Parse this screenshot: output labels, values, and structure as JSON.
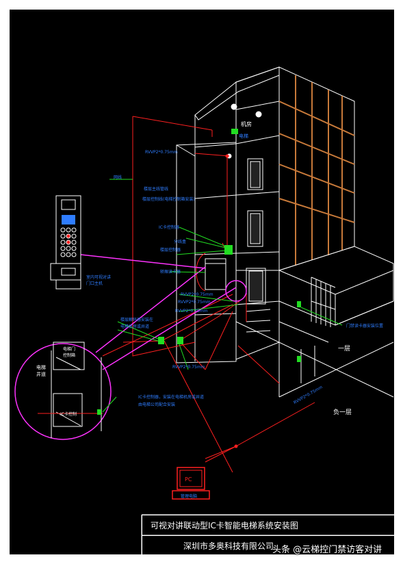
{
  "title_block": {
    "title": "可视对讲联动型IC卡智能电梯系统安装图",
    "company": "深圳市多奥科技有限公司"
  },
  "watermark": "头条 @云梯控门禁访客对讲",
  "floor_labels": {
    "floor_1": "一层",
    "basement_1": "负一层"
  },
  "shaft_labels": {
    "machine_room": "机房",
    "shaft_top_tag": "电梯",
    "inset_shaft": "电梯\n井道",
    "inset_controller_label": "电梯门\n控制箱",
    "inset_reader_label": "IC卡控制"
  },
  "devices": {
    "pc_label": "PC",
    "pc_caption": "管理电脑"
  },
  "annotations": {
    "cable_top": "RVVP2*0.75mm",
    "network_line": "网线",
    "riser_line_1": "楼层主线管线",
    "riser_line_2": "楼层控制线(电梯控制箱安装)",
    "controller_box": "IC卡控制器",
    "io_module_1": "分线盒",
    "io_module_2": "楼层控制器",
    "elevator_reader": "轿厢读卡器",
    "cable_mid_1": "RVVP2*0.75mm",
    "cable_mid_2": "RVVP2*0.75mm",
    "cable_mid_3": "RVVP2*0.75mm",
    "decoder_1": "楼层解码器安装在",
    "decoder_2": "电梯机房或井道",
    "cable_low": "RVVP2*0.75mm",
    "panel_note_1": "室内可视对讲",
    "panel_note_2": "门口主机",
    "door_reader": "门禁读卡器安装位置",
    "inset_note_1": "IC卡控制器，安装在电梯机房或井道",
    "inset_note_2": "由电梯公司配合安装",
    "cable_diag": "RVVP2*0.75mm"
  },
  "colors": {
    "background": "#000000",
    "building": "#ffffff",
    "window_frame": "#c87a3a",
    "cable_red": "#ff2020",
    "device_green": "#22dd22",
    "label_blue": "#2f7dff",
    "inset_magenta": "#ff33ff"
  }
}
